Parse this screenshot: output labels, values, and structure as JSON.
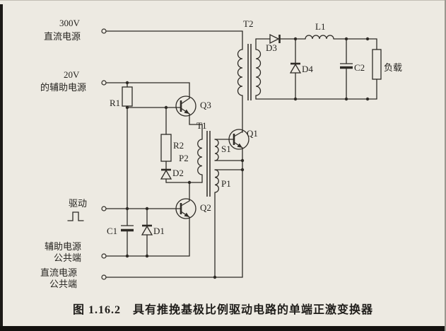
{
  "caption": "图 1.16.2　具有推挽基极比例驱动电路的单端正激变换器",
  "colors": {
    "paper": "#edeae2",
    "ink": "#2e2b26"
  },
  "labels": {
    "main_supply_voltage": "300V",
    "main_supply_name": "直流电源",
    "aux_supply_voltage": "20V",
    "aux_supply_name": "的辅助电源",
    "drive": "驱动",
    "aux_common_1": "辅助电源",
    "aux_common_2": "公共端",
    "dc_common_1": "直流电源",
    "dc_common_2": "公共端",
    "load": "负载",
    "R1": "R1",
    "R2": "R2",
    "C1": "C1",
    "C2": "C2",
    "D1": "D1",
    "D2": "D2",
    "D3": "D3",
    "D4": "D4",
    "Q1": "Q1",
    "Q2": "Q2",
    "Q3": "Q3",
    "T1": "T1",
    "T2": "T2",
    "L1": "L1",
    "P1": "P1",
    "P2": "P2",
    "S1": "S1"
  }
}
